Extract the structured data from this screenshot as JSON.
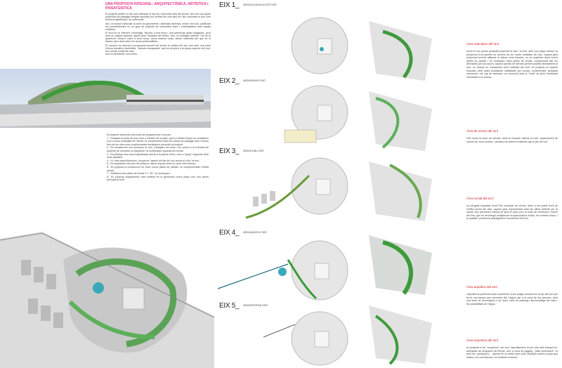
{
  "intro": {
    "title": "UNA PROPOSTA INTEGRAL: ARQUITECTÒNICA, ARTÍSTICA I PAISATGÍSTICA",
    "paragraphs": [
      "El projecte pretén no tan sols adequar el turó de l'Ascensió dins del tennis, sinó ser una opció projectual de paisatge integral reposant sol l'entitat del club dins de l'illa i ancorant el turó com element significatiu i de referència.",
      "Així, es tracta d'articular la sèrie de geometries i activitats diverses, entorn del turó, justificant les preexistències en un gest de projecte de volumetria clara i entrellaçades amb espais existents.",
      "El turó és un element morfològic, lliscant, d'una força i una presència quasi màgiques, però amb un passat abismal, aquell amb l'activitat del tennis, com un embigari adelerit. Cal fer-lo aparèixer, donar-li valor a seva força, d'una manera suau, sense materials pel que és el drama, però amb totes les seves potencialitats.",
      "El concurs es articula el programa escorrit del tennis al voltant del seu turó amb una sèrie d'eixos temàtics d'activitats, \"accions escapades\" que es vinculen a la plaça superior del turó, nou centre social del club.",
      "Així es defineixen cinc línies:"
    ],
    "program": [
      "El projecte tracta tots els punts del programa del concurs:",
      "1.- S'adapta la pista del turó com a mirador de la pista, però al mateix temps es constitueix com a nova centralitat de l'àmbit, es converteixen totes les traces de paisatge amb l'entorn físic de les vies como seqüenciades temàtiques presents al projecte.",
      "2.- Es transformen els accessos al turó, s'adapten els usos i les zones a la voluntat del projecte de connexió al programa i la continuació espacial del tennis.",
      "3.- Es planteja una zona enjardinada oberta a la pluma d'inici, com a \"plaça\" respectiu amb usos aquàtics.",
      "4.- Hi, més específicament, recuperar i assolir els fils del nou accés al club i al turó.",
      "5.- Es desplacen els usos de petanca i altres esports amb un camí més intenso.",
      "6.- Es projecta la construcció de dues noves pistes de paddel, en complementari l'oferta actual.",
      "7.- S'alliberen les pistes de tennis 17 i 18, i es reubiquen.",
      "8.- Es proposa arquitectònic més evident en la generació d'una plaça com nou accés principal al club."
    ]
  },
  "axes": [
    {
      "label": "EIX 1_",
      "sub": "ÀREA EDUCATIVA I ACCÉS TURÓ"
    },
    {
      "label": "EIX 2_",
      "sub": "ÀREA SERVEIS TURÓ"
    },
    {
      "label": "EIX 3_",
      "sub": "ÀREA SOCIAL TURÓ"
    },
    {
      "label": "EIX 4_",
      "sub": "ÀREA AQUÀTICA TURÓ"
    },
    {
      "label": "EIX 5_",
      "sub": "ÀREA ESPORTIVA TURÓ"
    }
  ],
  "areas": [
    {
      "title": "Àrea educativa del turó",
      "text": "recull el nou accés peripatal proposat al club i al turó, amb una plaça oberta i la presència d'un pavelló de serveis de les noves activitats del turó. Aquest gest projectual permet alliberar la actual zona d'accés, on es projecten dues noves pistes de paddel i es reubiquen dues pistes de tennis, compensant així les afectades pel nou accés. Aquest pavelló de serveis permet accedir directament al turó, en horaris no coincidents amb l'activitat del club. Es projecta un pavelló educatiu, amb sales polivalents habilitades per cursos, conferències, activitats nocturnes i de cap de setmana, en connexió amb la \"cinta\" de jardí d'activitats vinculades a la natura."
    },
    {
      "title": "Àrea de servei del turó",
      "text": "Féix recull la zona de serveis, amb la recepció natural al club, l'aparcament de l'accés de nova creació, i pertany els camins existents cap al pla del turó."
    },
    {
      "title": "Àrea social del turó",
      "text": "un pergolat esquitxat recull l'eix principal del tennis, arreu a les pistes front de l'edifici social del club, aquest gest representant amb els altres definits per al nostre una estructura interna de jardí el qual pren la rodà del moviment, entorn del turó, que es reconegui multiplicant la superposició d'usos, les ombres d'avui, i la qualitat i presència paisatgística i escultòrica del turó."
    },
    {
      "title": "Àrea aquàtica del turó",
      "text": "s'aprofita la presència dels fonaments d'una antiga construcció al pla del turó per fer-hi una bassa, que permetrà fluir l'aigua cap a la zona de les piscines, amb una sèrie de recorreguts a cel obert, camí de passeig i aprenentatge del valor i les possibilitats de l'aigua."
    },
    {
      "title": "Àrea esportiva del turó",
      "text": "es projecta a les \"esquerres\" del turó, l'aprofitament d'una cota més tranquil·la i allunyada de programa del tennis, com a zona de jogging, \"pista americana\", tir amb arc, petanques,... aquest és un àmbit amb usos vinculats sobre la pista que inviten a la convivència i el rendiment exterior."
    }
  ],
  "colors": {
    "accent": "#e8308a",
    "heading": "#d02020",
    "green": "#3e9a3a",
    "water": "#3aa8b8"
  }
}
